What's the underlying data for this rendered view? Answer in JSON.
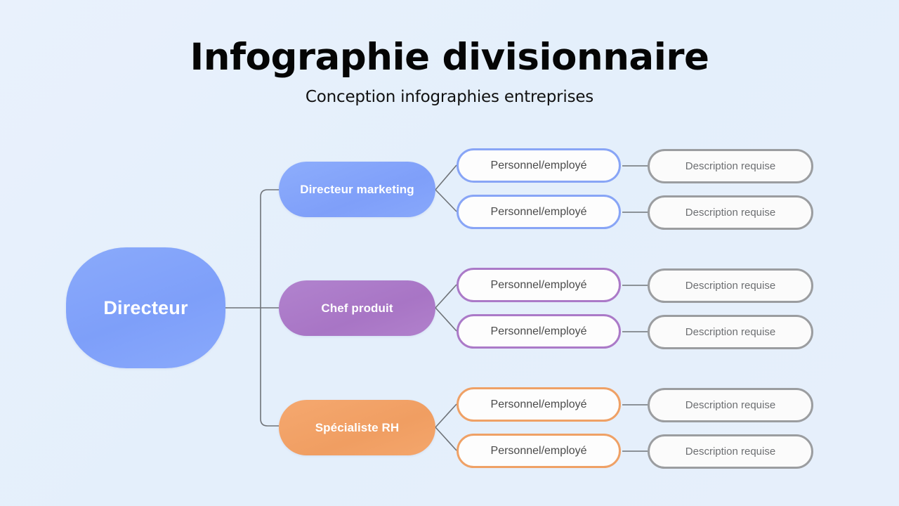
{
  "header": {
    "title": "Infographie divisionnaire",
    "subtitle": "Conception infographies entreprises"
  },
  "colors": {
    "background": "#e6effb",
    "root_blue": "#82a4fa",
    "branch_blue": "#85a6fb",
    "branch_purple": "#ae7acb",
    "branch_orange": "#f3a269",
    "staff_fill": "#fdfdfd",
    "desc_border": "#9c9ea1",
    "desc_text": "#6d6f72",
    "connector": "#6f7378"
  },
  "chart_data": {
    "type": "diagram",
    "title": "Infographie divisionnaire",
    "subtitle": "Conception infographies entreprises",
    "orientation": "left-to-right",
    "levels": 4
  },
  "root": {
    "label": "Directeur"
  },
  "branches": [
    {
      "label": "Directeur marketing",
      "color": "#85a6fb",
      "accent": "accent-blue",
      "staff": [
        {
          "label": "Personnel/employé",
          "description": "Description requise"
        },
        {
          "label": "Personnel/employé",
          "description": "Description requise"
        }
      ]
    },
    {
      "label": "Chef produit",
      "color": "#ae7acb",
      "accent": "accent-purple",
      "staff": [
        {
          "label": "Personnel/employé",
          "description": "Description requise"
        },
        {
          "label": "Personnel/employé",
          "description": "Description requise"
        }
      ]
    },
    {
      "label": "Spécialiste RH",
      "color": "#f3a269",
      "accent": "accent-orange",
      "staff": [
        {
          "label": "Personnel/employé",
          "description": "Description requise"
        },
        {
          "label": "Personnel/employé",
          "description": "Description requise"
        }
      ]
    }
  ]
}
